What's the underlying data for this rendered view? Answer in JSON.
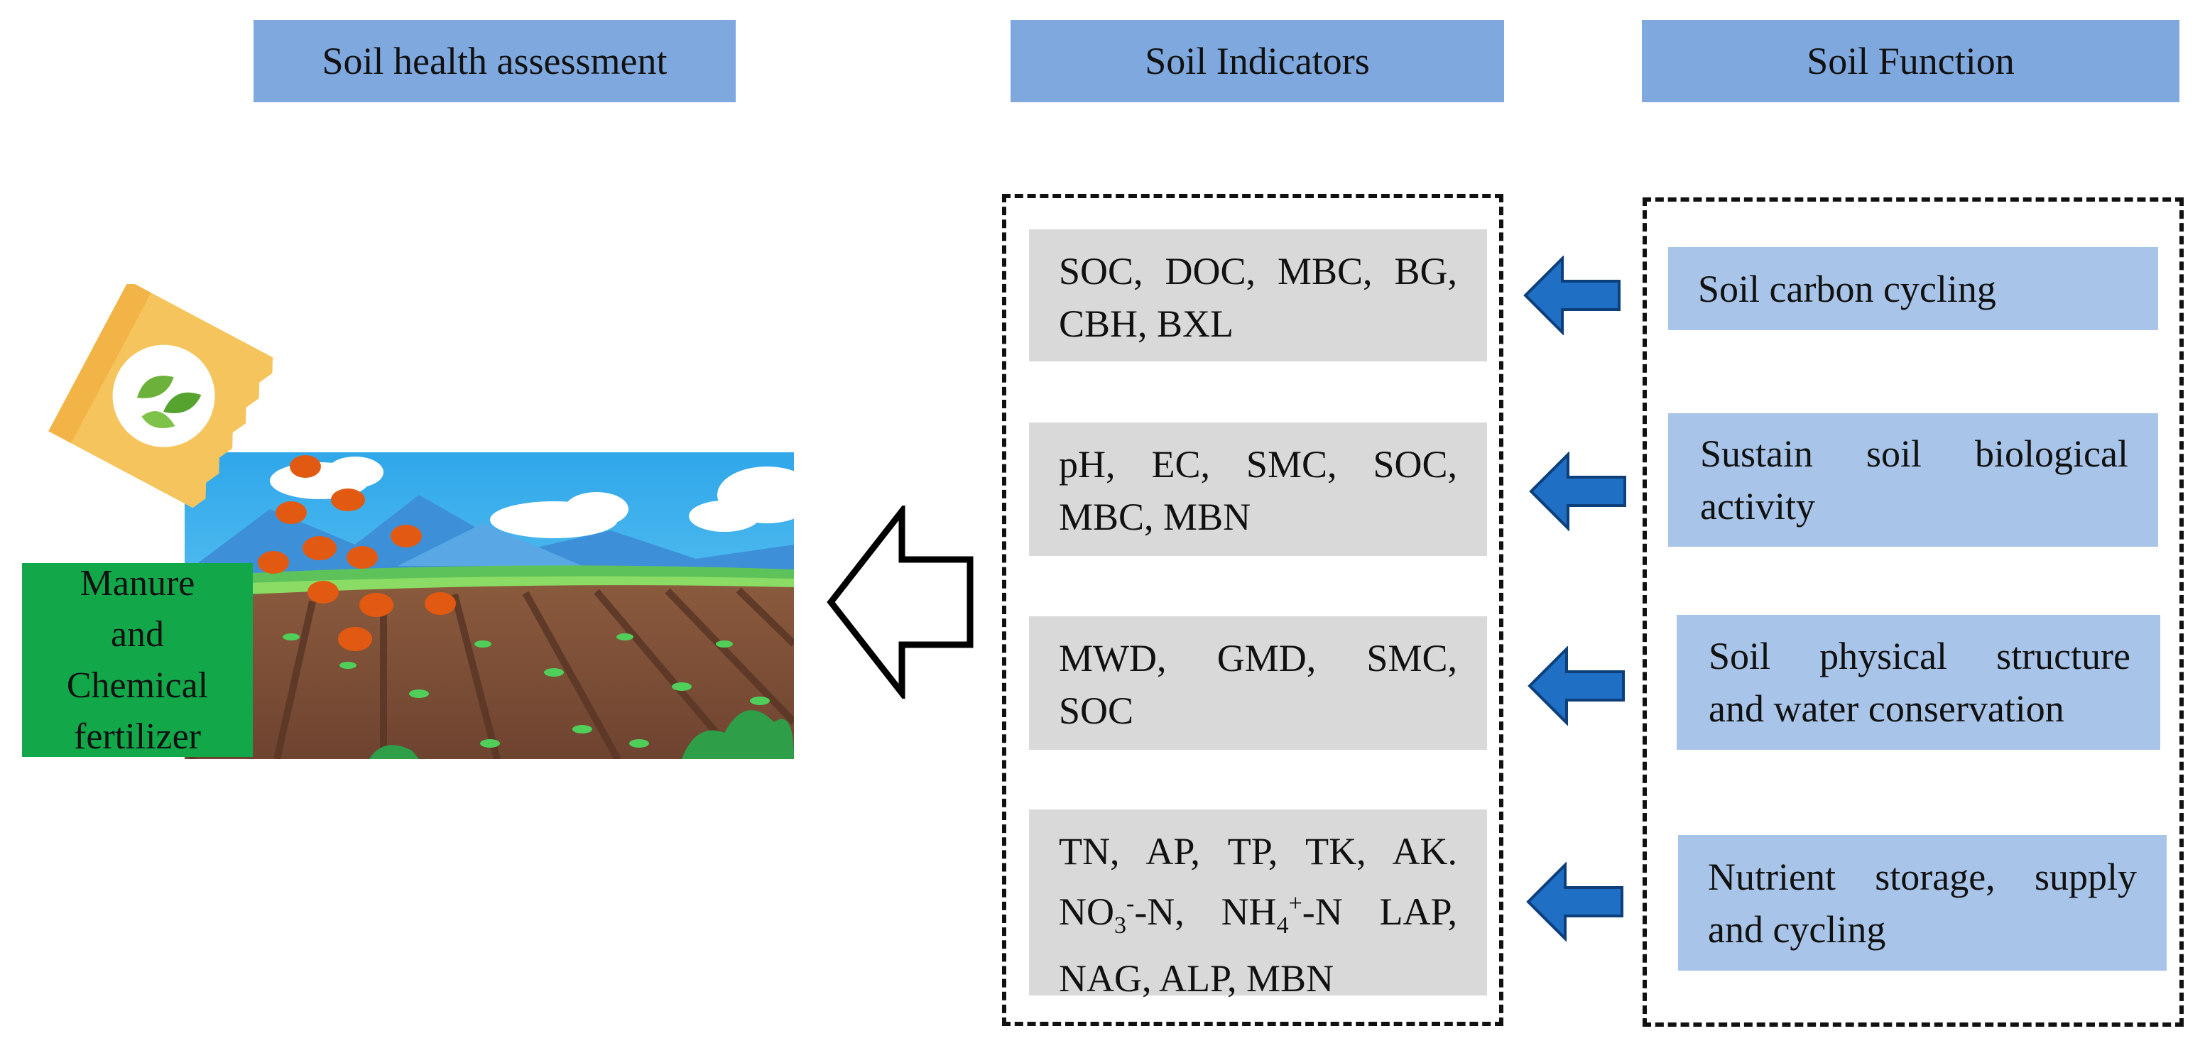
{
  "headers": {
    "assessment": "Soil health assessment",
    "indicators": "Soil Indicators",
    "function": "Soil Function"
  },
  "indicators": [
    {
      "lines": [
        "SOC, DOC, MBC, BG,",
        "CBH, BXL"
      ]
    },
    {
      "lines": [
        "pH, EC, SMC, SOC,",
        "MBC, MBN"
      ]
    },
    {
      "lines": [
        "MWD, GMD, SMC,",
        "SOC"
      ]
    },
    {
      "line1": "TN, AP, TP, TK, AK.",
      "no3": "NO",
      "no3_sub": "3",
      "no3_sup": "-",
      "no3_rest": "-N, ",
      "nh4": "NH",
      "nh4_sub": "4",
      "nh4_sup": "+",
      "nh4_rest": "-N LAP,",
      "line3": "NAG, ALP, MBN"
    }
  ],
  "functions": [
    {
      "lines": [
        "Soil carbon cycling"
      ]
    },
    {
      "lines": [
        "Sustain soil biological",
        "activity"
      ]
    },
    {
      "lines": [
        "Soil physical structure",
        "and water conservation"
      ]
    },
    {
      "lines": [
        "Nutrient storage, supply",
        "and cycling"
      ]
    }
  ],
  "fertilizer_label": [
    "Manure",
    "and",
    "Chemical",
    "fertilizer"
  ],
  "colors": {
    "header_bg": "#7fa8de",
    "indicator_bg": "#d9d9d9",
    "function_bg": "#a8c4e8",
    "arrow_blue": "#1f6fc5",
    "label_green": "#12a84a"
  }
}
